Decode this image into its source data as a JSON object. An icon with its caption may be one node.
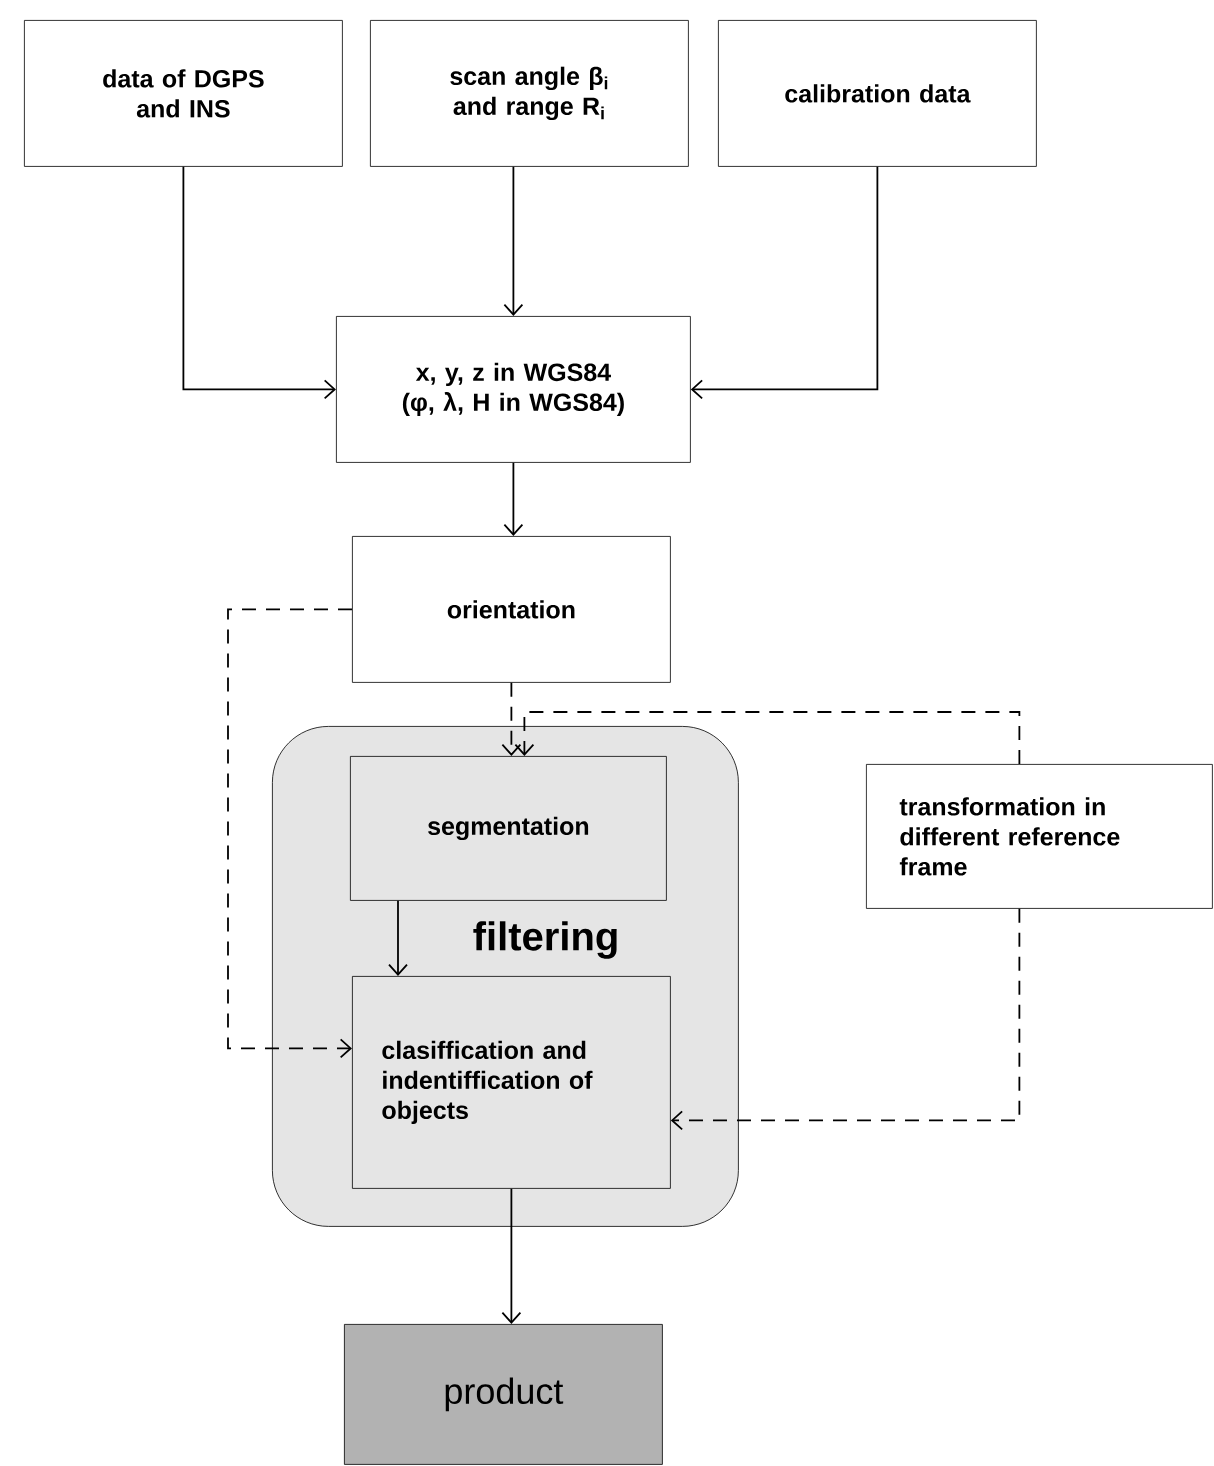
{
  "diagram": {
    "nodes": [
      {
        "text": [
          "data of DGPS and INS"
        ]
      },
      {
        "text": [
          "scan angle β$_{i}$ and range R$_{i}$"
        ]
      },
      {
        "text": [
          "calibration data"
        ]
      },
      {
        "text": [
          "x, y, z in WGS84",
          "(φ, λ, H in WGS84)"
        ]
      },
      {
        "text": [
          "orientation"
        ]
      },
      {
        "text": [
          "filtering"
        ]
      },
      {
        "text": [
          "segmentation"
        ],
        "in": 5
      },
      {
        "text": [
          "clasiffication and indentiffication of objects"
        ],
        "in": 5
      },
      {
        "text": [
          "transformation in different reference frame"
        ]
      },
      {
        "text": [
          "product"
        ]
      }
    ],
    "edges": [
      {
        "from": 0,
        "to": 3,
        "arrow": "to"
      },
      {
        "from": 1,
        "to": 3,
        "arrow": "to"
      },
      {
        "from": 2,
        "to": 3,
        "arrow": "to"
      },
      {
        "from": 3,
        "to": 4,
        "arrow": "to"
      },
      {
        "from": 4,
        "to": 6,
        "arrow": "to",
        "style": "dashed"
      },
      {
        "from": 4,
        "to": 7,
        "arrow": "to",
        "style": "dashed"
      },
      {
        "from": 8,
        "to": 6,
        "arrow": "to",
        "style": "dashed"
      },
      {
        "from": 8,
        "to": 7,
        "arrow": "to",
        "style": "dashed"
      },
      {
        "from": 6,
        "to": 7,
        "arrow": "to"
      },
      {
        "from": 7,
        "to": 9,
        "arrow": "to"
      }
    ]
  }
}
